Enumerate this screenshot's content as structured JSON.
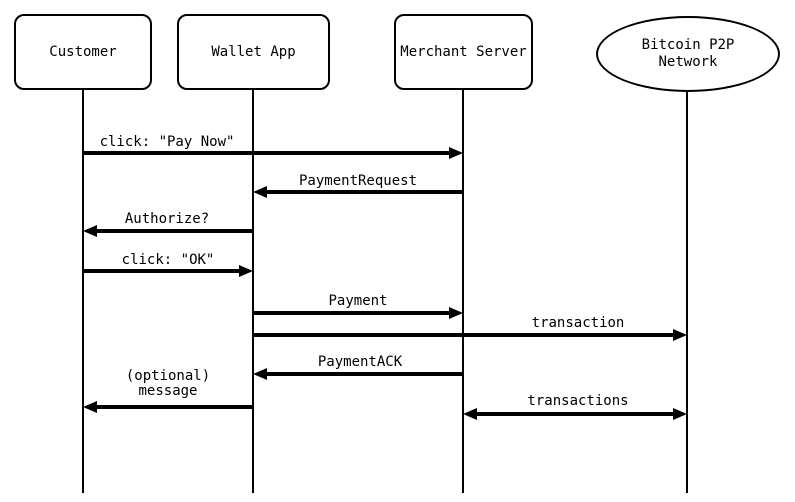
{
  "diagram": {
    "type": "sequence-diagram",
    "colors": {
      "line": "#000000",
      "background": "#ffffff"
    },
    "actors": [
      {
        "label": "Customer",
        "shape": "rounded-rect"
      },
      {
        "label": "Wallet App",
        "shape": "rounded-rect"
      },
      {
        "label": "Merchant Server",
        "shape": "rounded-rect"
      },
      {
        "label": "Bitcoin P2P Network",
        "shape": "ellipse"
      }
    ],
    "messages": [
      {
        "label": "click: \"Pay Now\"",
        "from": "Customer",
        "to": "Merchant Server",
        "direction": "right"
      },
      {
        "label": "PaymentRequest",
        "from": "Merchant Server",
        "to": "Wallet App",
        "direction": "left"
      },
      {
        "label": "Authorize?",
        "from": "Wallet App",
        "to": "Customer",
        "direction": "left"
      },
      {
        "label": "click: \"OK\"",
        "from": "Customer",
        "to": "Wallet App",
        "direction": "right"
      },
      {
        "label": "Payment",
        "from": "Wallet App",
        "to": "Merchant Server",
        "direction": "right"
      },
      {
        "label": "transaction",
        "from": "Wallet App",
        "to": "Bitcoin P2P Network",
        "direction": "right"
      },
      {
        "label": "PaymentACK",
        "from": "Merchant Server",
        "to": "Wallet App",
        "direction": "left"
      },
      {
        "label": "(optional) message",
        "from": "Wallet App",
        "to": "Customer",
        "direction": "left"
      },
      {
        "label": "transactions",
        "from": "Merchant Server",
        "to": "Bitcoin P2P Network",
        "direction": "both"
      }
    ]
  }
}
